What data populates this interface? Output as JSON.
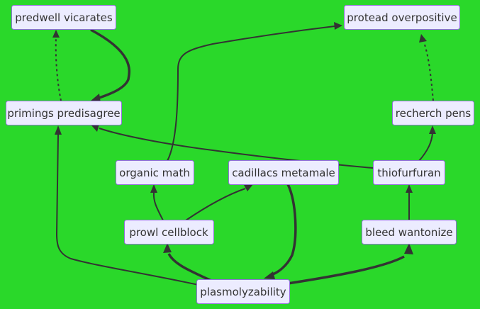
{
  "diagram": {
    "type": "flowchart",
    "colors": {
      "background": "#2ad82a",
      "node_fill": "#ececff",
      "node_stroke": "#9370db",
      "edge": "#333333",
      "text": "#333333"
    },
    "nodes": {
      "predwell_vicarates": "predwell vicarates",
      "protead_overpositive": "protead overpositive",
      "primings_predisagree": "primings predisagree",
      "recherch_pens": "recherch pens",
      "organic_math": "organic math",
      "cadillacs_metamale": "cadillacs metamale",
      "thiofurfuran": "thiofurfuran",
      "prowl_cellblock": "prowl cellblock",
      "bleed_wantonize": "bleed wantonize",
      "plasmolyzability": "plasmolyzability"
    },
    "edges": [
      {
        "from": "primings predisagree",
        "to": "predwell vicarates",
        "style": "dotted"
      },
      {
        "from": "predwell vicarates",
        "to": "primings predisagree",
        "style": "thick"
      },
      {
        "from": "organic math",
        "to": "protead overpositive",
        "style": "solid"
      },
      {
        "from": "recherch pens",
        "to": "protead overpositive",
        "style": "dotted"
      },
      {
        "from": "thiofurfuran",
        "to": "recherch pens",
        "style": "solid"
      },
      {
        "from": "thiofurfuran",
        "to": "primings predisagree",
        "style": "solid"
      },
      {
        "from": "bleed wantonize",
        "to": "thiofurfuran",
        "style": "solid"
      },
      {
        "from": "prowl cellblock",
        "to": "organic math",
        "style": "solid"
      },
      {
        "from": "prowl cellblock",
        "to": "cadillacs metamale",
        "style": "solid"
      },
      {
        "from": "cadillacs metamale",
        "to": "plasmolyzability",
        "style": "thick"
      },
      {
        "from": "plasmolyzability",
        "to": "prowl cellblock",
        "style": "thick"
      },
      {
        "from": "plasmolyzability",
        "to": "bleed wantonize",
        "style": "thick"
      },
      {
        "from": "plasmolyzability",
        "to": "primings predisagree",
        "style": "solid"
      }
    ]
  }
}
